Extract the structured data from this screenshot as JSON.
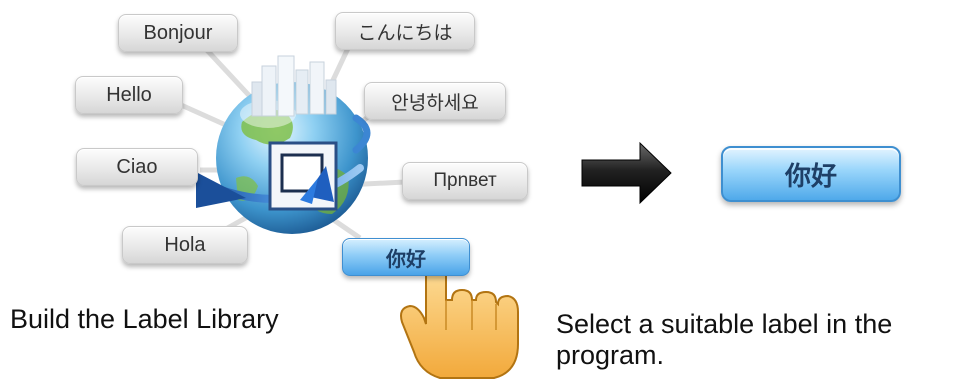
{
  "library": {
    "labels": [
      {
        "id": "fr",
        "text": "Bonjour"
      },
      {
        "id": "ja",
        "text": "こんにちは"
      },
      {
        "id": "en",
        "text": "Hello"
      },
      {
        "id": "ko",
        "text": "안녕하세요"
      },
      {
        "id": "it",
        "text": "Ciao"
      },
      {
        "id": "ru",
        "text": "Прnвет"
      },
      {
        "id": "es",
        "text": "Hola"
      },
      {
        "id": "zh",
        "text": "你好"
      }
    ],
    "caption": "Build the Label Library"
  },
  "result": {
    "label": "你好",
    "caption_line1": "Select a suitable label in the",
    "caption_line2": "program."
  },
  "colors": {
    "globe": "#4aa6d8",
    "land": "#7fbf4a",
    "selected_label": "#4aa3e8",
    "arrow": "#222222",
    "hand": "#f5b941"
  },
  "icons": [
    "globe-icon",
    "buildings-icon",
    "label-tool-icon",
    "right-arrow-icon",
    "pointing-hand-icon"
  ]
}
